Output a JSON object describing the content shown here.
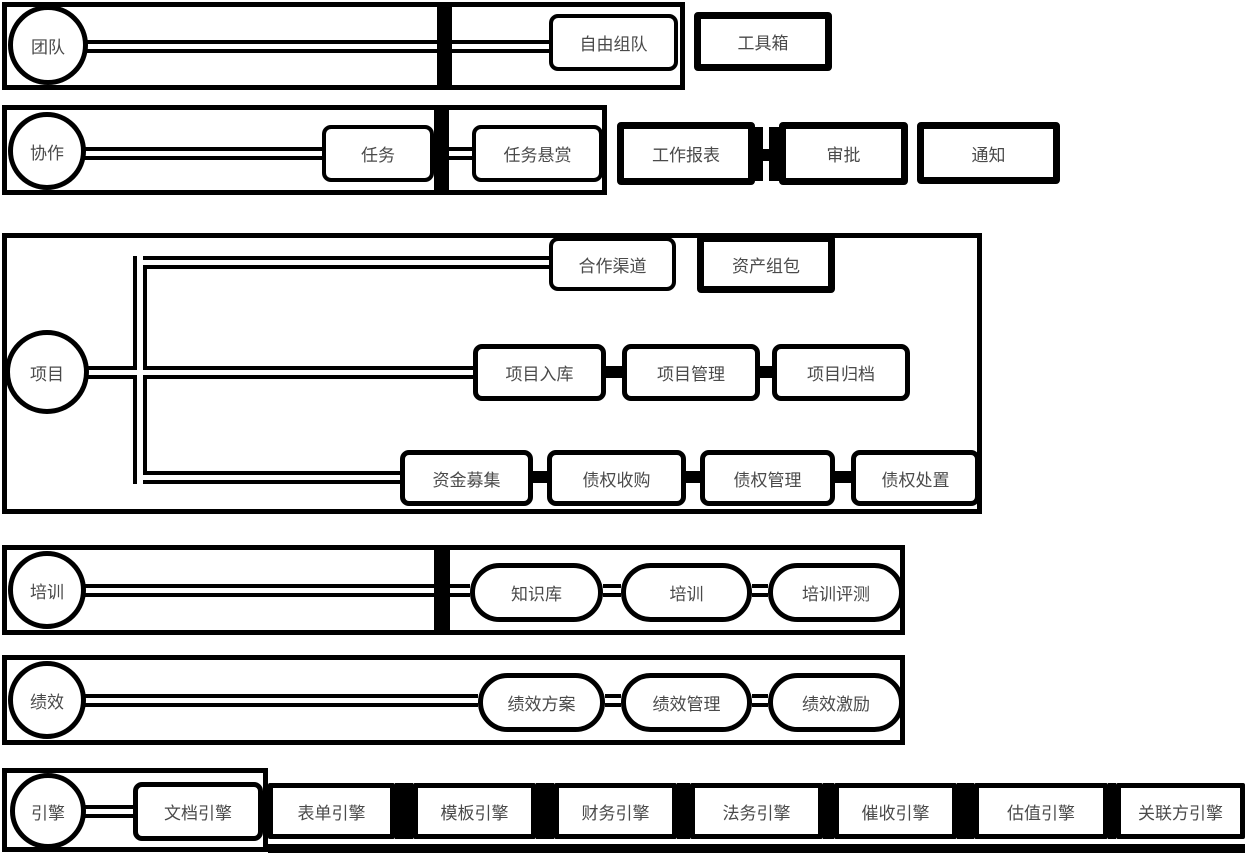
{
  "colors": {
    "line": "#000000",
    "text": "#4a4a4a",
    "background": "#ffffff"
  },
  "diagram": {
    "team": {
      "label": "团队",
      "free_team": "自由组队",
      "toolbox": "工具箱"
    },
    "collaboration": {
      "label": "协作",
      "task": "任务",
      "task_bounty": "任务悬赏",
      "work_report": "工作报表",
      "approval": "审批",
      "notification": "通知"
    },
    "project": {
      "label": "项目",
      "coop_channel": "合作渠道",
      "asset_package": "资产组包",
      "project_intake": "项目入库",
      "project_management": "项目管理",
      "project_archive": "项目归档",
      "fund_raising": "资金募集",
      "debt_acquisition": "债权收购",
      "debt_management": "债权管理",
      "debt_disposal": "债权处置"
    },
    "training": {
      "label": "培训",
      "knowledge_base": "知识库",
      "training": "培训",
      "training_evaluation": "培训评测"
    },
    "performance": {
      "label": "绩效",
      "plan": "绩效方案",
      "management": "绩效管理",
      "incentive": "绩效激励"
    },
    "engine": {
      "label": "引擎",
      "document": "文档引擎",
      "form": "表单引擎",
      "template": "模板引擎",
      "finance": "财务引擎",
      "legal": "法务引擎",
      "collection": "催收引擎",
      "valuation": "估值引擎",
      "related_party": "关联方引擎"
    }
  }
}
